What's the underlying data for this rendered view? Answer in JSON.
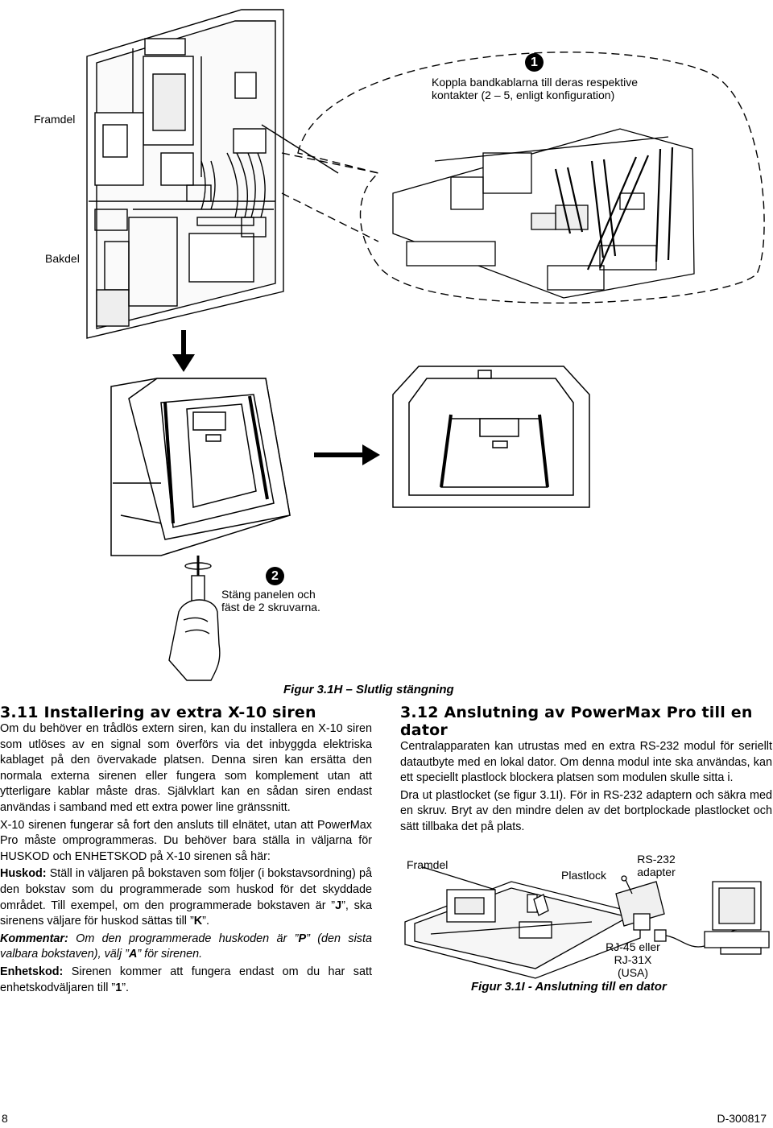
{
  "figure_top": {
    "label_front": "Framdel",
    "label_back": "Bakdel",
    "step1_number": "1",
    "step1_text_line1": "Koppla bandkablarna till deras respektive",
    "step1_text_line2": "kontakter (2 – 5, enligt konfiguration)",
    "step2_number": "2",
    "step2_text_line1": "Stäng panelen och",
    "step2_text_line2": "fäst de 2 skruvarna.",
    "caption": "Figur 3.1H – Slutlig stängning"
  },
  "left_section": {
    "heading": "3.11 Installering av extra  X-10 siren",
    "p1": "Om du behöver en trådlös extern siren, kan du installera en X-10 siren som utlöses av en signal som överförs via det inbyggda elektriska kablaget på den övervakade platsen. Denna siren kan ersätta den normala externa sirenen eller fungera som komplement utan att ytterligare kablar måste dras. Självklart kan en sådan siren endast användas i samband med ett extra power line gränssnitt.",
    "p2": "X-10 sirenen fungerar så fort den ansluts till elnätet, utan att PowerMax Pro måste omprogrammeras. Du behöver bara ställa in väljarna för HUSKOD och ENHETSKOD på X-10 sirenen så här:",
    "p3_label": "Huskod:",
    "p3_text_a": " Ställ in väljaren på bokstaven som följer (i bokstavsordning) på den bokstav som du programmerade som huskod för det skyddade området. Till exempel, om den programmerade bokstaven är ”",
    "p3_j": "J",
    "p3_text_b": "”, ska sirenens väljare för huskod sättas till ”",
    "p3_k": "K",
    "p3_text_c": "”.",
    "p4_label": "Kommentar:",
    "p4_text_a": " Om den programmerade huskoden är ”",
    "p4_p": "P",
    "p4_text_b": "” (den sista valbara bokstaven), välj ”",
    "p4_a": "A",
    "p4_text_c": "” för sirenen.",
    "p5_label": "Enhetskod:",
    "p5_text_a": " Sirenen kommer att fungera endast om du har satt enhetskodväljaren till ”",
    "p5_1": "1",
    "p5_text_b": "”."
  },
  "right_section": {
    "heading": "3.12 Anslutning av PowerMax Pro  till en dator",
    "p1": "Centralapparaten kan utrustas med en extra RS-232 modul för seriellt datautbyte med en lokal dator. Om denna modul inte ska användas, kan ett speciellt plastlock blockera platsen som modulen skulle sitta i.",
    "p2": "Dra ut plastlocket (se figur 3.1I). För in RS-232 adaptern och säkra med en skruv. Bryt av den mindre delen av det bortplockade plastlocket och sätt tillbaka det på plats.",
    "fig_label_front": "Framdel",
    "fig_label_cover": "Plastlock",
    "fig_label_rs232_line1": "RS-232",
    "fig_label_rs232_line2": "adapter",
    "fig_label_rj_line1": "RJ-45 eller",
    "fig_label_rj_line2": "RJ-31X",
    "fig_label_rj_line3": "(USA)",
    "caption": "Figur 3.1I - Anslutning till en dator"
  },
  "footer": {
    "page_number": "8",
    "doc_code": "D-300817"
  }
}
